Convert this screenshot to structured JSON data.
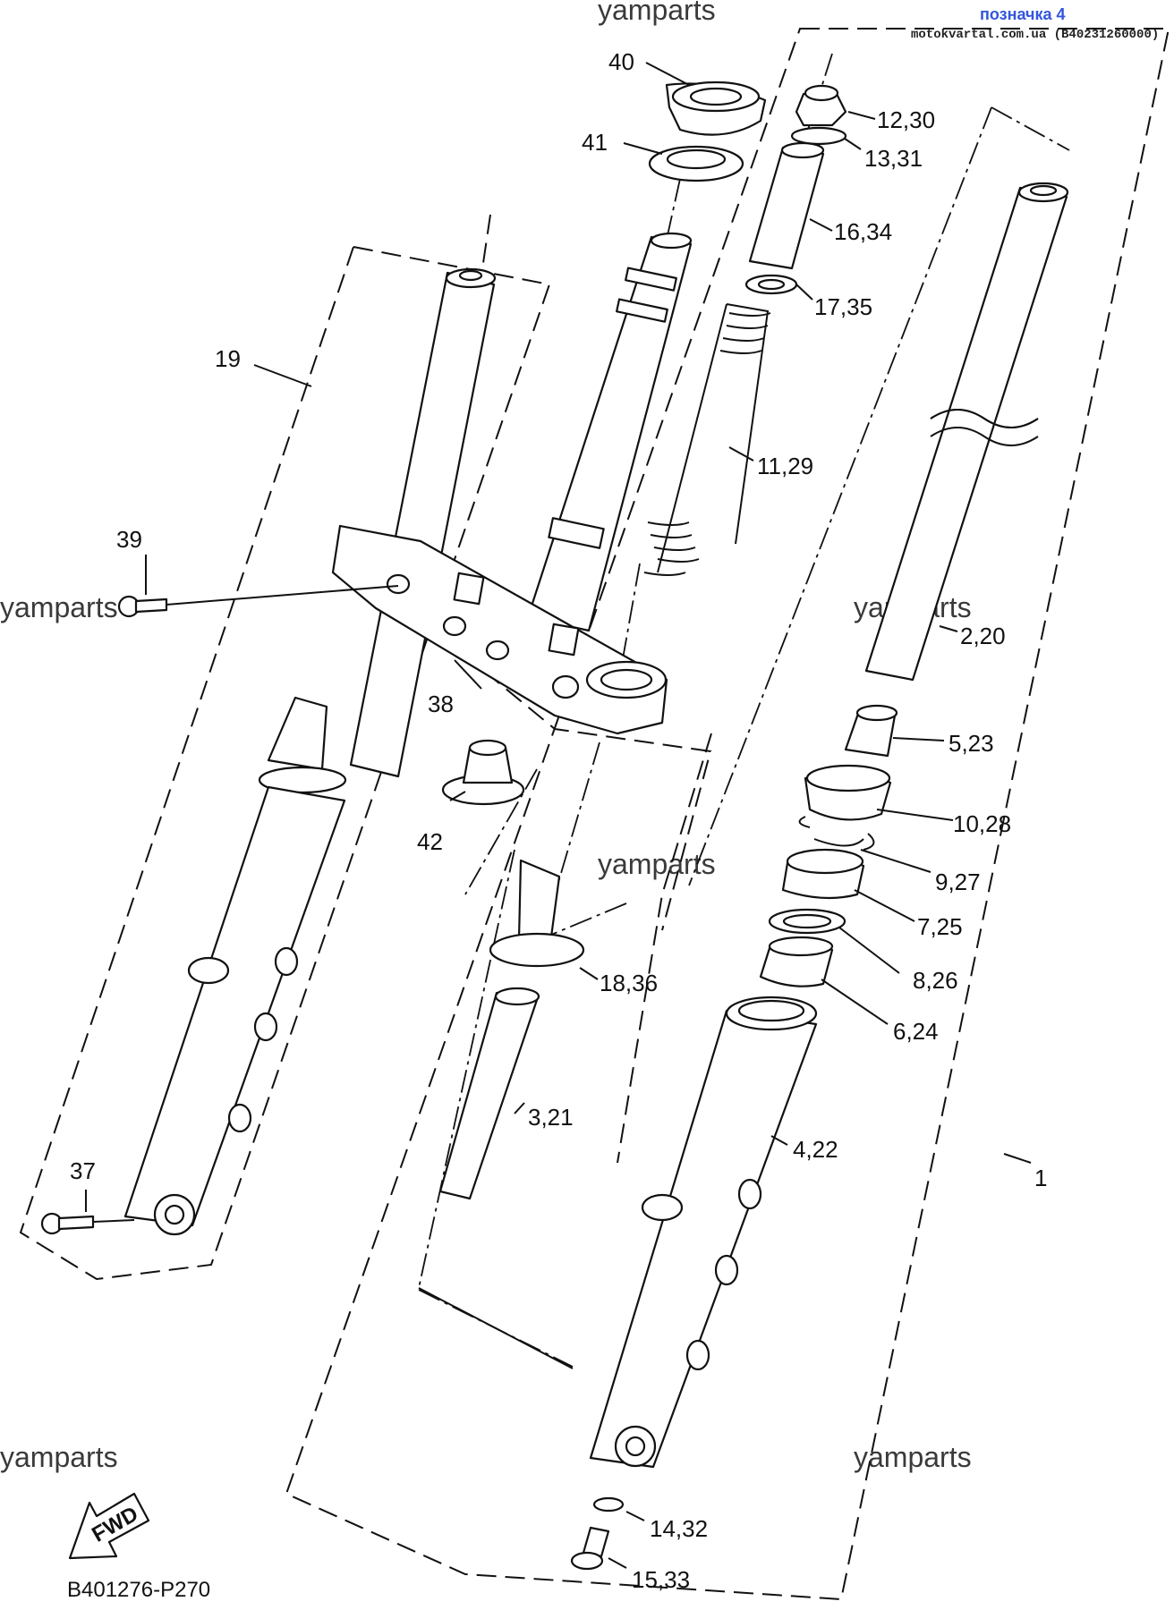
{
  "header": {
    "tag": "позначка 4",
    "site": "motokvartal.com.ua (B40231260000)"
  },
  "watermark": "yamparts",
  "figure_ref": "B401276-P270",
  "fwd_label": "FWD",
  "callouts": {
    "p1": "1",
    "p2_20": "2,20",
    "p3_21": "3,21",
    "p4_22": "4,22",
    "p5_23": "5,23",
    "p6_24": "6,24",
    "p7_25": "7,25",
    "p8_26": "8,26",
    "p9_27": "9,27",
    "p10_28": "10,28",
    "p11_29": "11,29",
    "p12_30": "12,30",
    "p13_31": "13,31",
    "p14_32": "14,32",
    "p15_33": "15,33",
    "p16_34": "16,34",
    "p17_35": "17,35",
    "p18_36": "18,36",
    "p19": "19",
    "p37": "37",
    "p38": "38",
    "p39": "39",
    "p40": "40",
    "p41": "41",
    "p42": "42"
  }
}
